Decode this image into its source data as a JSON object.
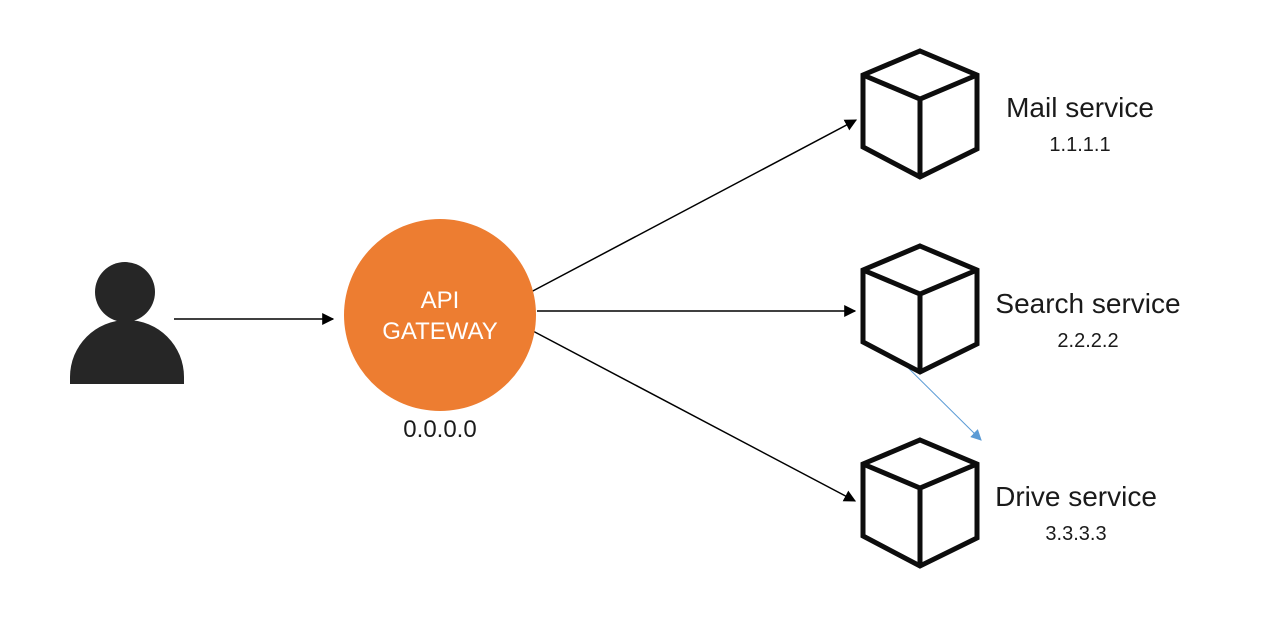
{
  "diagram": {
    "title": "",
    "background": "#ffffff",
    "user": {
      "icon": "user-silhouette-icon",
      "color": "#262626"
    },
    "gateway": {
      "label": "API\nGATEWAY",
      "ip": "0.0.0.0",
      "color": "#ED7D31",
      "text_color": "#ffffff"
    },
    "services": [
      {
        "name": "Mail service",
        "ip": "1.1.1.1",
        "icon": "cube-icon"
      },
      {
        "name": "Search service",
        "ip": "2.2.2.2",
        "icon": "cube-icon"
      },
      {
        "name": "Drive service",
        "ip": "3.3.3.3",
        "icon": "cube-icon"
      }
    ],
    "edges": [
      {
        "from": "user",
        "to": "gateway",
        "color": "#000000",
        "style": "solid-arrow"
      },
      {
        "from": "gateway",
        "to": "mail-service",
        "color": "#000000",
        "style": "solid-arrow"
      },
      {
        "from": "gateway",
        "to": "search-service",
        "color": "#000000",
        "style": "solid-arrow"
      },
      {
        "from": "gateway",
        "to": "drive-service",
        "color": "#000000",
        "style": "solid-arrow"
      },
      {
        "from": "search-service",
        "to": "drive-service",
        "color": "#5B9BD5",
        "style": "thin-arrow"
      }
    ]
  }
}
